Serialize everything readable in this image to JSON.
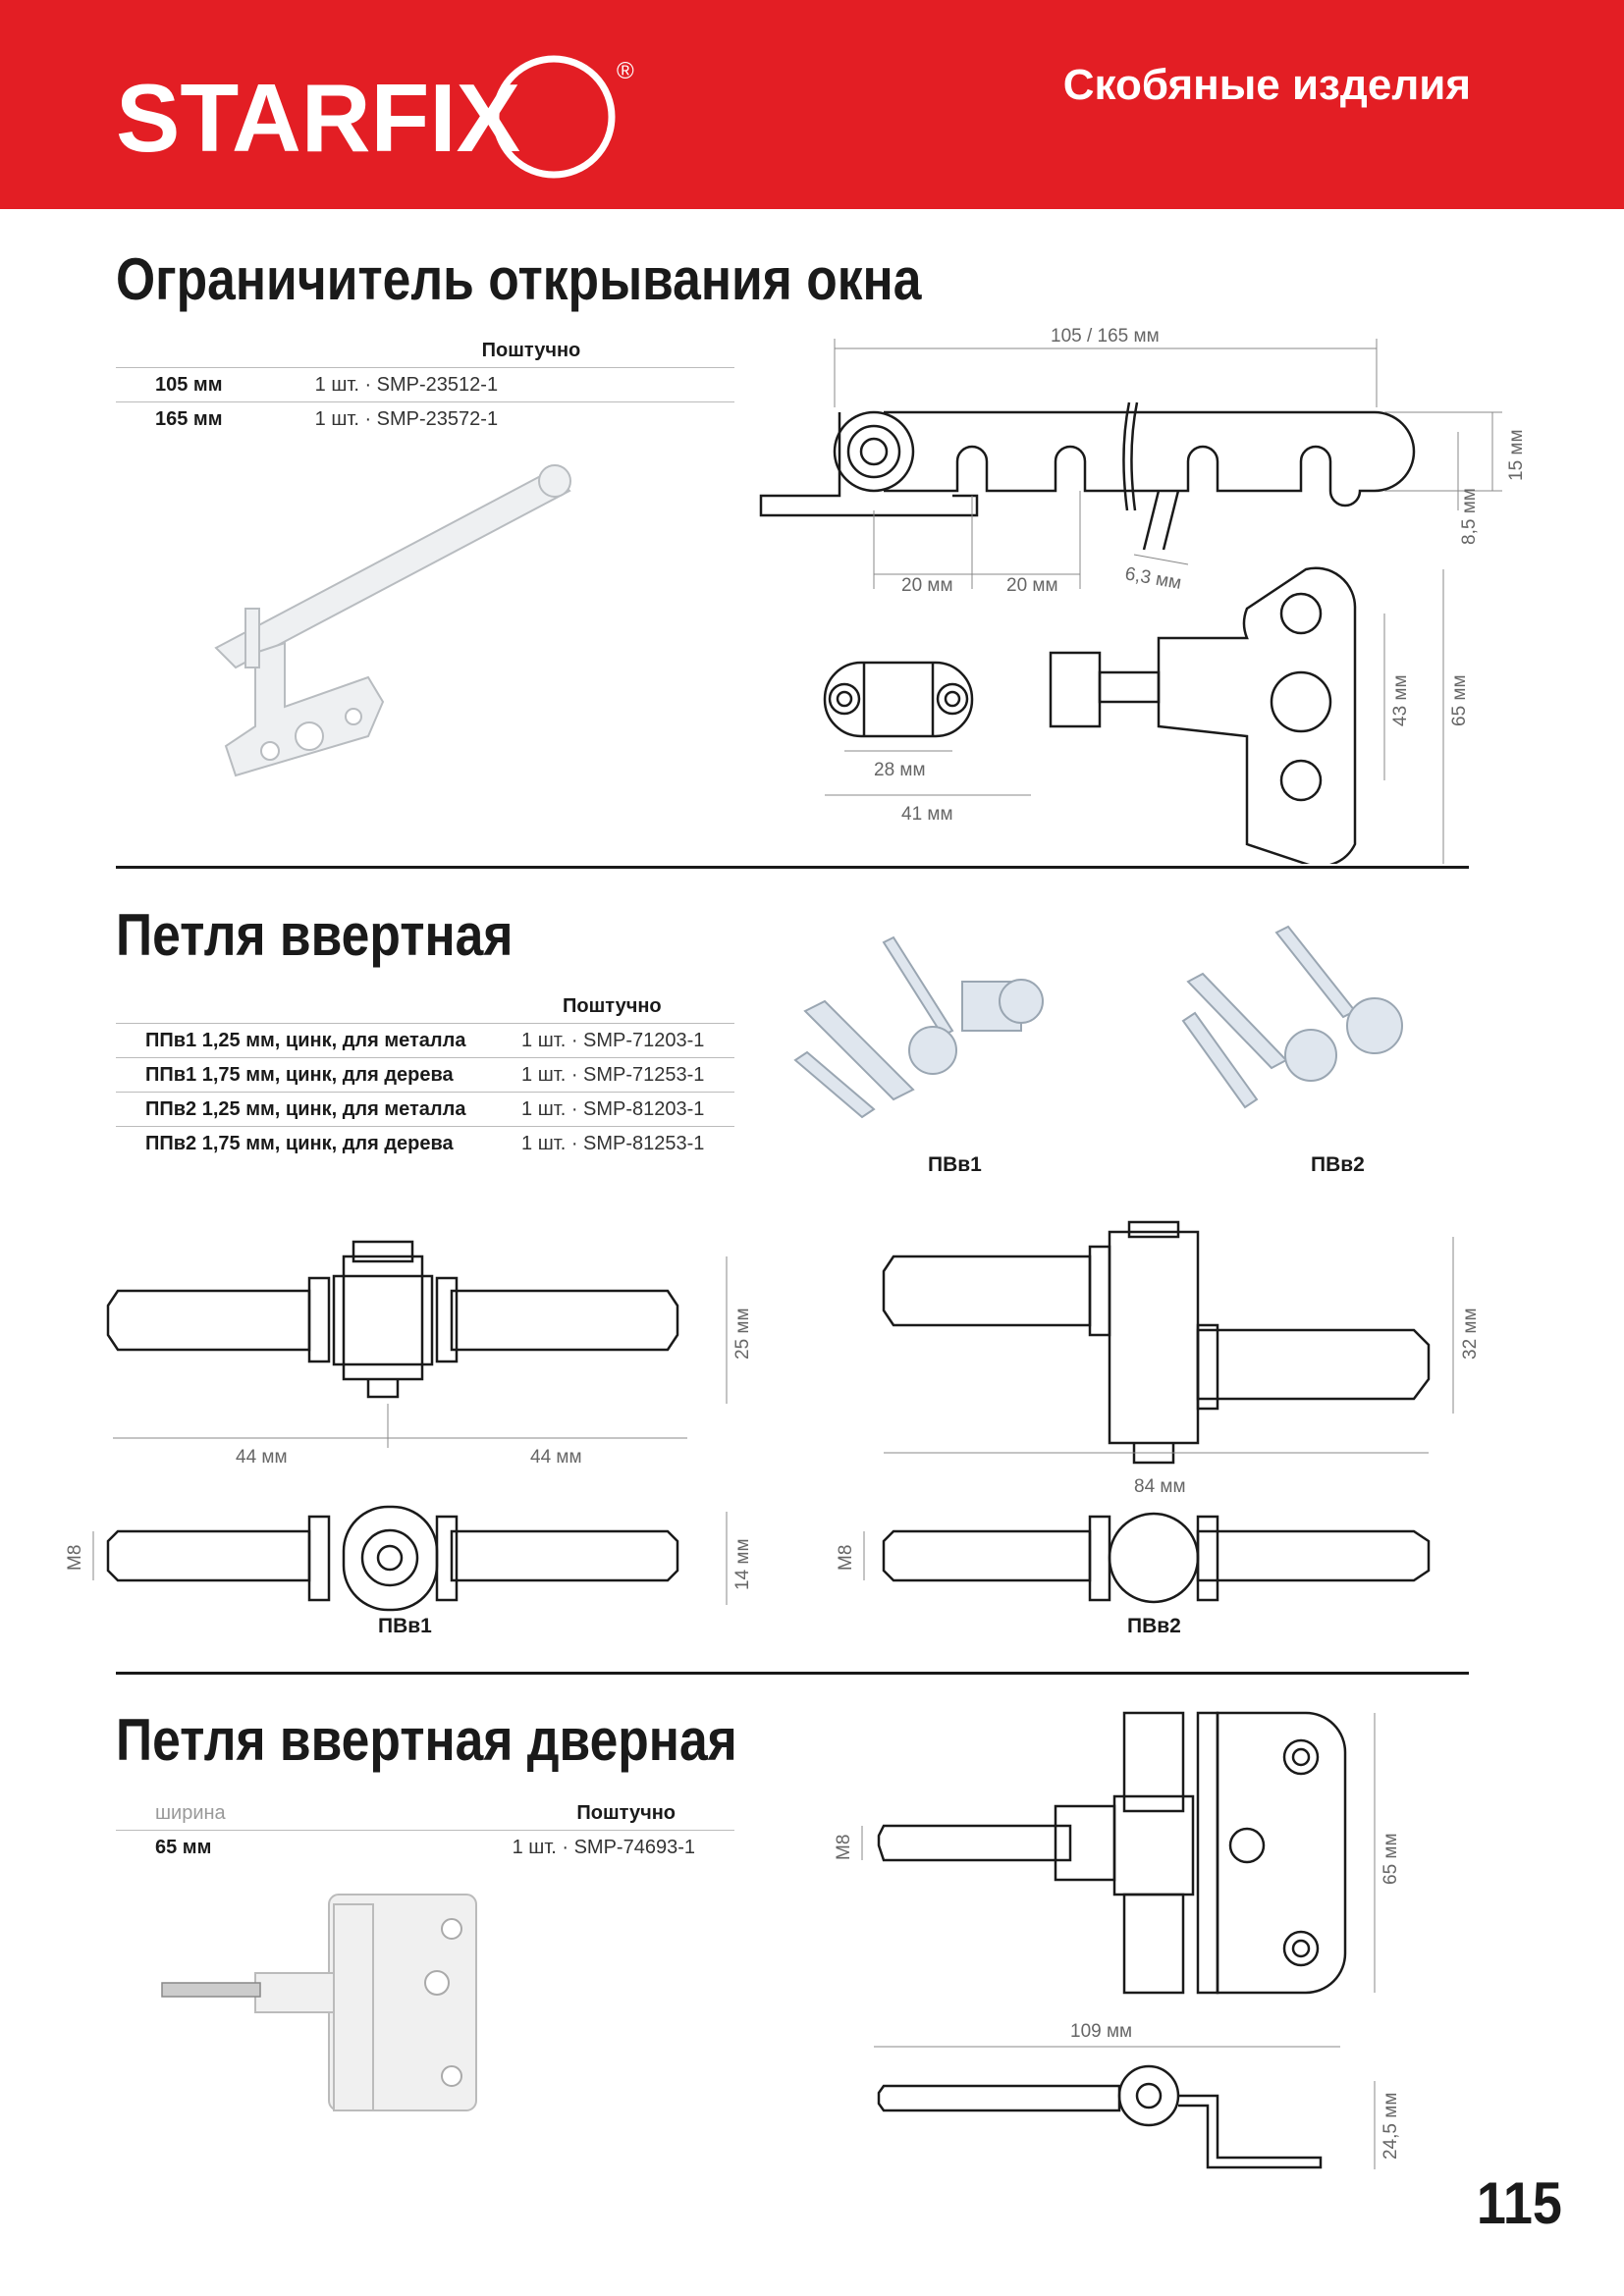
{
  "header": {
    "brand": "STARFIX",
    "registered": "®",
    "category": "Скобяные изделия",
    "color": "#e31e24"
  },
  "sections": {
    "limiter": {
      "title": "Ограничитель открывания окна",
      "col_header": "Поштучно",
      "rows": [
        {
          "size": "105 мм",
          "pack": "1 шт. · SMP-23512-1"
        },
        {
          "size": "165 мм",
          "pack": "1 шт. · SMP-23572-1"
        }
      ],
      "dims": {
        "length": "105 / 165 мм",
        "h15": "15 мм",
        "h85": "8,5 мм",
        "s20a": "20 мм",
        "s20b": "20 мм",
        "s63": "6,3 мм",
        "w28": "28 мм",
        "w41": "41 мм",
        "h43": "43 мм",
        "h65": "65 мм"
      }
    },
    "hinge": {
      "title": "Петля ввертная",
      "col_header": "Поштучно",
      "rows": [
        {
          "name": "ППв1 1,25 мм, цинк, для металла",
          "pack": "1 шт. · SMP-71203-1"
        },
        {
          "name": "ППв1 1,75 мм, цинк, для дерева",
          "pack": "1 шт. · SMP-71253-1"
        },
        {
          "name": "ППв2 1,25 мм, цинк, для металла",
          "pack": "1 шт. · SMP-81203-1"
        },
        {
          "name": "ППв2 1,75 мм, цинк, для дерева",
          "pack": "1 шт. · SMP-81253-1"
        }
      ],
      "photo_labels": [
        "ПВв1",
        "ПВв2"
      ],
      "dims": {
        "d44a": "44 мм",
        "d44b": "44 мм",
        "d25": "25 мм",
        "d32": "32 мм",
        "d84": "84 мм",
        "m8a": "M8",
        "m8b": "M8",
        "d14": "14 мм"
      },
      "drawing_labels": [
        "ПВв1",
        "ПВв2"
      ]
    },
    "door": {
      "title": "Петля ввертная дверная",
      "col_left": "ширина",
      "col_header": "Поштучно",
      "rows": [
        {
          "size": "65 мм",
          "pack": "1 шт. · SMP-74693-1"
        }
      ],
      "dims": {
        "m8": "M8",
        "h65": "65 мм",
        "w109": "109 мм",
        "h245": "24,5 мм"
      }
    }
  },
  "page_number": "115"
}
